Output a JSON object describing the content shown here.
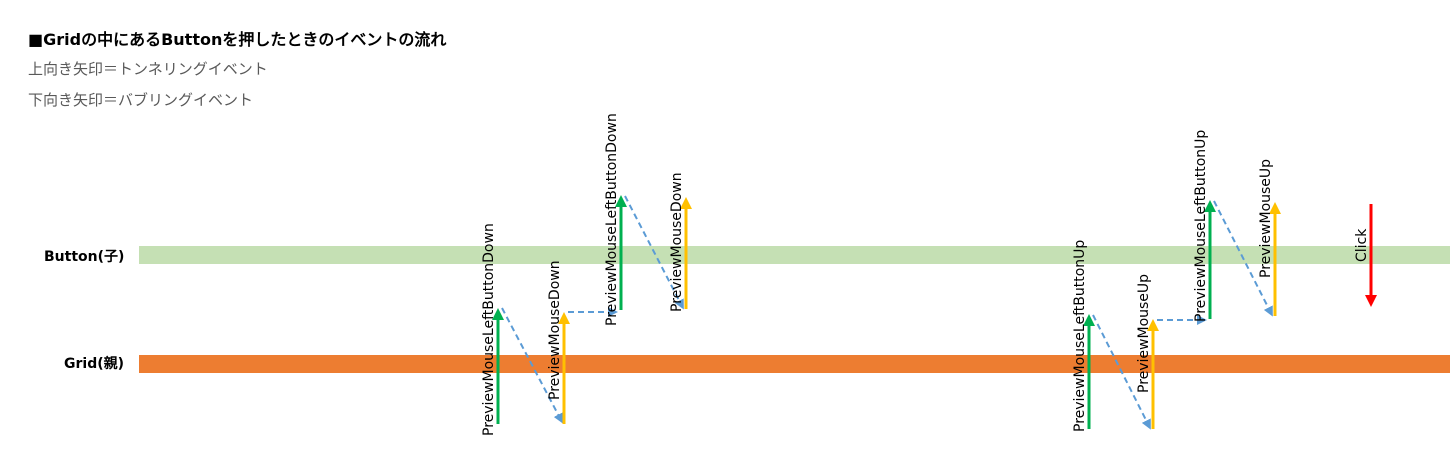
{
  "title": "■Gridの中にあるButtonを押したときのイベントの流れ",
  "legend": {
    "up": "上向き矢印＝トンネリングイベント",
    "down": "下向き矢印＝バブリングイベント"
  },
  "layers": {
    "button": "Button(子)",
    "grid": "Grid(親)"
  },
  "colors": {
    "button_band": "#c5e0b4",
    "grid_band": "#ed7d31",
    "preview_button_event": "#00b050",
    "preview_mouse_event": "#ffc000",
    "bubbling_event": "#ff0000",
    "flow": "#5b9bd5"
  },
  "events": [
    {
      "label": "PreviewMouseLeftButtonDown",
      "direction": "up",
      "kind": "preview_button_event"
    },
    {
      "label": "PreviewMouseDown",
      "direction": "up",
      "kind": "preview_mouse_event"
    },
    {
      "label": "PreviewMouseLeftButtonDown",
      "direction": "up",
      "kind": "preview_button_event"
    },
    {
      "label": "PreviewMouseDown",
      "direction": "up",
      "kind": "preview_mouse_event"
    },
    {
      "label": "PreviewMouseLeftButtonUp",
      "direction": "up",
      "kind": "preview_button_event"
    },
    {
      "label": "PreviewMouseUp",
      "direction": "up",
      "kind": "preview_mouse_event"
    },
    {
      "label": "PreviewMouseLeftButtonUp",
      "direction": "up",
      "kind": "preview_button_event"
    },
    {
      "label": "PreviewMouseUp",
      "direction": "up",
      "kind": "preview_mouse_event"
    },
    {
      "label": "Click",
      "direction": "down",
      "kind": "bubbling_event"
    }
  ]
}
